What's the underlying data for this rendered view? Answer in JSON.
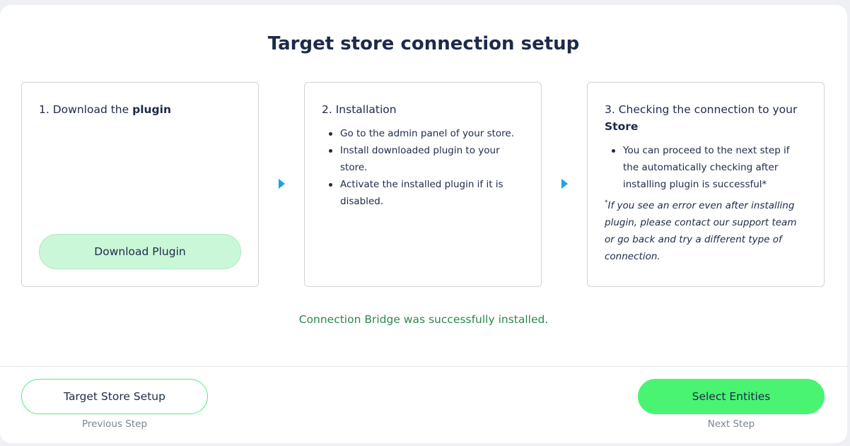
{
  "title": "Target store connection setup",
  "steps": [
    {
      "number": "1.",
      "title_prefix": "Download the",
      "title_bold": "plugin",
      "button_label": "Download Plugin"
    },
    {
      "number": "2.",
      "title_prefix": "Installation",
      "items": [
        "Go to the admin panel of your store.",
        "Install downloaded plugin to your store.",
        "Activate the installed plugin if it is disabled."
      ]
    },
    {
      "number": "3.",
      "title_prefix": "Checking the connection to your",
      "title_bold": "Store",
      "items": [
        "You can proceed to the next step if the automatically checking after installing plugin is successful*"
      ],
      "note_marker": "*",
      "note": "If you see an error even after installing plugin, please contact our support team or go back and try a different type of connection."
    }
  ],
  "status_message": "Connection Bridge was successfully installed.",
  "navigation": {
    "previous_button": "Target Store Setup",
    "previous_label": "Previous Step",
    "next_button": "Select Entities",
    "next_label": "Next Step"
  },
  "colors": {
    "accent_green": "#49f473",
    "download_button_bg": "#c9f7d7",
    "success_text": "#2a8a4c",
    "arrow": "#1aa3e8",
    "text_dark": "#1e2a4a"
  },
  "icons": [
    "step-arrow-icon"
  ]
}
